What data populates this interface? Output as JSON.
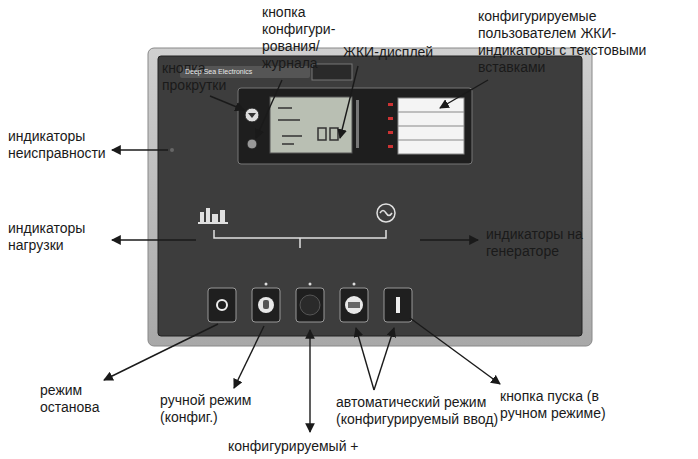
{
  "diagram": {
    "labels": [
      "кнопка конфигури- рования/ журнала",
      "кнопка прокрутки",
      "ЖКИ-дисплей",
      "конфигурируемые пользователем ЖКИ-индикаторы с текстовыми вставками",
      "индикаторы неисправности",
      "индикаторы нагрузки",
      "индикаторы на генераторе",
      "кнопка пуска (в ручном режиме)",
      "режим останова",
      "ручной режим (конфиг.)",
      "автоматический режим (конфигурируемый ввод)",
      "конфигурируемый +",
      "Deep Sea Electronics"
    ]
  }
}
